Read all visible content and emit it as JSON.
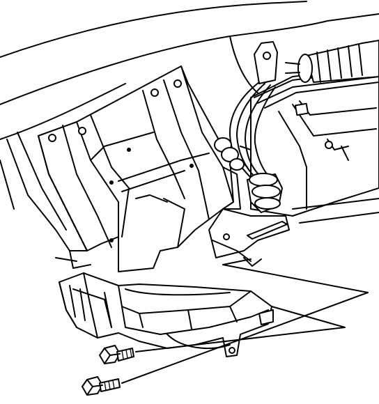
{
  "figure": {
    "kind": "exploded-assembly-line-drawing",
    "parts": [
      {
        "id": "bolt-upper",
        "icon": "hex-bolt-icon"
      },
      {
        "id": "bolt-lower",
        "icon": "hex-bolt-icon"
      },
      {
        "id": "duct",
        "icon": "air-duct-icon"
      }
    ],
    "colors": {
      "ink": "#000000",
      "paper": "#ffffff"
    }
  }
}
